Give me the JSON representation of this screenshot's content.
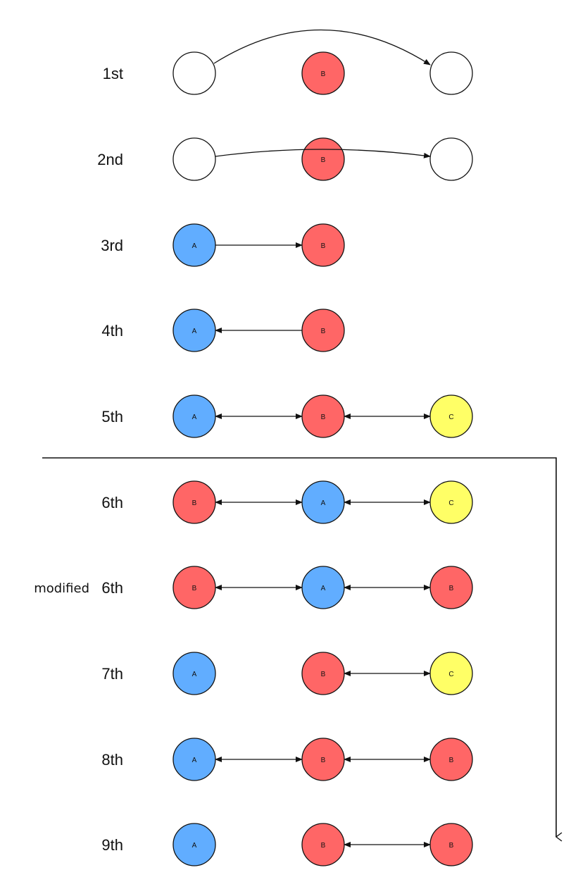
{
  "colors": {
    "A": "#61adff",
    "B": "#ff6666",
    "C": "#ffff66",
    "empty": "#ffffff",
    "stroke": "#111111"
  },
  "rows": [
    {
      "label": "1st",
      "nodes": [
        "",
        "B",
        ""
      ],
      "edges": [
        {
          "from": 0,
          "to": 2,
          "type": "arc-high",
          "arrow": "end"
        }
      ]
    },
    {
      "label": "2nd",
      "nodes": [
        "",
        "B",
        ""
      ],
      "edges": [
        {
          "from": 0,
          "to": 2,
          "type": "arc-low",
          "arrow": "end"
        }
      ]
    },
    {
      "label": "3rd",
      "nodes": [
        "A",
        "B",
        null
      ],
      "edges": [
        {
          "from": 0,
          "to": 1,
          "type": "straight",
          "arrow": "end"
        }
      ]
    },
    {
      "label": "4th",
      "nodes": [
        "A",
        "B",
        null
      ],
      "edges": [
        {
          "from": 0,
          "to": 1,
          "type": "straight",
          "arrow": "start"
        }
      ]
    },
    {
      "label": "5th",
      "nodes": [
        "A",
        "B",
        "C"
      ],
      "edges": [
        {
          "from": 0,
          "to": 1,
          "type": "straight",
          "arrow": "both"
        },
        {
          "from": 1,
          "to": 2,
          "type": "straight",
          "arrow": "both"
        }
      ]
    },
    {
      "label": "6th",
      "nodes": [
        "B",
        "A",
        "C"
      ],
      "edges": [
        {
          "from": 0,
          "to": 1,
          "type": "straight",
          "arrow": "both"
        },
        {
          "from": 1,
          "to": 2,
          "type": "straight",
          "arrow": "both"
        }
      ]
    },
    {
      "prefix": "modified",
      "label": "6th",
      "nodes": [
        "B",
        "A",
        "B"
      ],
      "edges": [
        {
          "from": 0,
          "to": 1,
          "type": "straight",
          "arrow": "both"
        },
        {
          "from": 1,
          "to": 2,
          "type": "straight",
          "arrow": "both"
        }
      ]
    },
    {
      "label": "7th",
      "nodes": [
        "A",
        "B",
        "C"
      ],
      "edges": [
        {
          "from": 1,
          "to": 2,
          "type": "straight",
          "arrow": "both"
        }
      ]
    },
    {
      "label": "8th",
      "nodes": [
        "A",
        "B",
        "B"
      ],
      "edges": [
        {
          "from": 0,
          "to": 1,
          "type": "straight",
          "arrow": "both"
        },
        {
          "from": 1,
          "to": 2,
          "type": "straight",
          "arrow": "both"
        }
      ]
    },
    {
      "label": "9th",
      "nodes": [
        "A",
        "B",
        "B"
      ],
      "edges": [
        {
          "from": 1,
          "to": 2,
          "type": "straight",
          "arrow": "both"
        }
      ]
    }
  ]
}
